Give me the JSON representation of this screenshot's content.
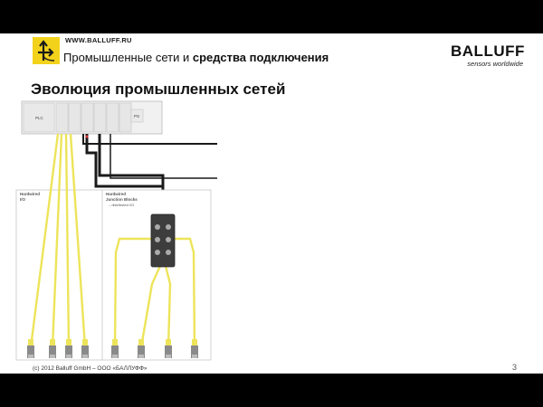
{
  "header": {
    "site": "WWW.BALLUFF.RU",
    "subtitle_regular_1": "Промышленные сети ",
    "subtitle_regular_2": "и ",
    "subtitle_bold": "средства подключения",
    "logo_icon": "arrows-crossing-icon",
    "brand_name": "BALLUFF",
    "brand_tagline": "sensors worldwide"
  },
  "title": "Эволюция промышленных сетей",
  "diagram": {
    "plc_label": "PLC",
    "ps_label": "PS",
    "left_panel": {
      "line1": "Hardwired",
      "line2": "I/O"
    },
    "right_panel": {
      "line1": "Hardwired",
      "line2": "Junction Blocks",
      "line3": "– distributed I/O"
    }
  },
  "footer": {
    "copyright": "(c) 2012 Balluff GmbH – ООО «БАЛЛУФФ»",
    "page": "3"
  },
  "colors": {
    "accent_yellow": "#f3d21c",
    "cable_yellow": "#ede45a",
    "cable_black": "#1a1a1a",
    "chrome_black": "#000000"
  }
}
